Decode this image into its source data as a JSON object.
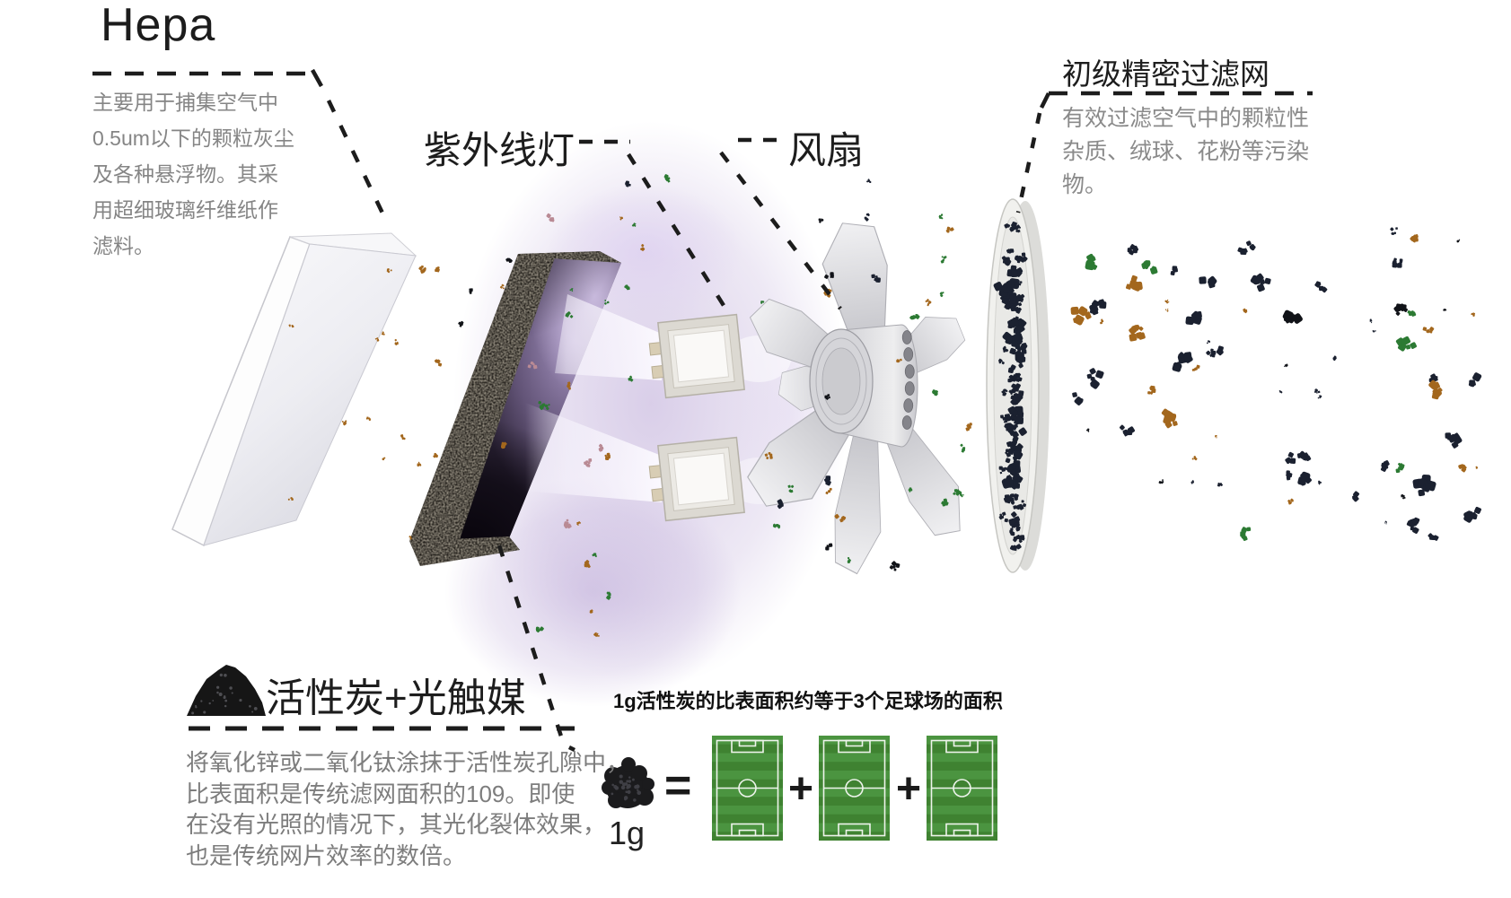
{
  "hepa": {
    "title": "Hepa",
    "desc": "主要用于捕集空气中\n0.5um以下的颗粒灰尘\n及各种悬浮物。其采\n用超细玻璃纤维纸作\n滤料。"
  },
  "uv_lamp": {
    "label": "紫外线灯"
  },
  "fan": {
    "label": "风扇"
  },
  "primary_filter": {
    "title": "初级精密过滤网",
    "desc": "有效过滤空气中的颗粒性\n杂质、绒球、花粉等污染\n物。"
  },
  "carbon": {
    "label": "活性炭+光触媒",
    "desc": "将氧化锌或二氧化钛涂抹于活性炭孔隙中，\n比表面积是传统滤网面积的109。即使\n在没有光照的情况下，其光化裂体效果，\n也是传统网片效率的数倍。",
    "mass_label": "1g",
    "equation_title": "1g活性炭的比表面积约等于3个足球场的面积",
    "equals_sign": "=",
    "plus_sign": "+",
    "football_fields": 3
  },
  "colors": {
    "particle_navy": "#1b2130",
    "particle_green": "#2c7a33",
    "particle_brown": "#a3671d",
    "particle_black": "#111318",
    "particle_pink": "#b98a94",
    "uv_glow": "#baa6d6",
    "field_green_light": "#4b9440",
    "field_green_dark": "#3f8231",
    "dash_line": "#1c1c1c"
  }
}
